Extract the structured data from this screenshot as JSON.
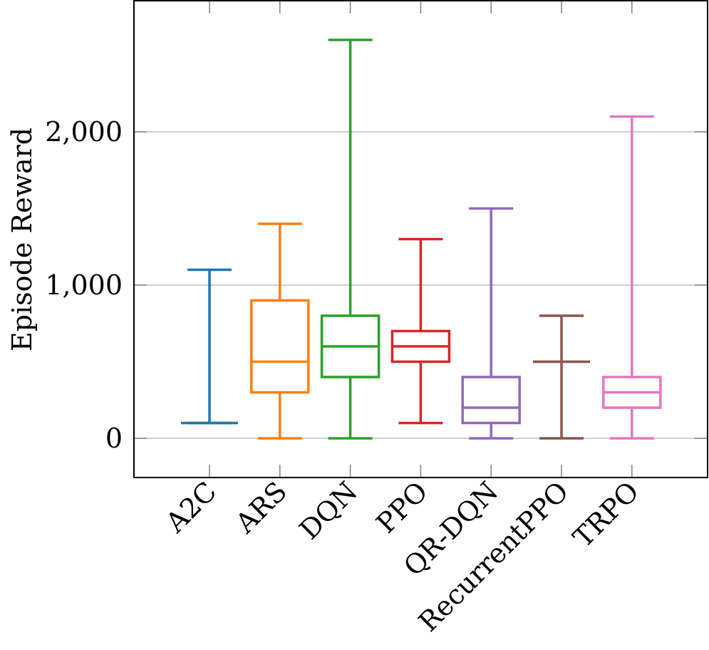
{
  "chart_data": {
    "type": "boxplot",
    "title": "",
    "xlabel": "",
    "ylabel": "Episode Reward",
    "ylim": [
      -260,
      2870
    ],
    "yticks": [
      0,
      1000,
      2000
    ],
    "ytick_labels": [
      "0",
      "1,000",
      "2,000"
    ],
    "grid": {
      "y": true,
      "x": false
    },
    "categories": [
      "A2C",
      "ARS",
      "DQN",
      "PPO",
      "QR-DQN",
      "RecurrentPPO",
      "TRPO"
    ],
    "series": [
      {
        "name": "A2C",
        "color": "#1f77b4",
        "whisker_low": 100,
        "q1": 100,
        "median": 100,
        "q3": 100,
        "whisker_high": 1100
      },
      {
        "name": "ARS",
        "color": "#ff7f0e",
        "whisker_low": 0,
        "q1": 300,
        "median": 500,
        "q3": 900,
        "whisker_high": 1400
      },
      {
        "name": "DQN",
        "color": "#2ca02c",
        "whisker_low": 0,
        "q1": 400,
        "median": 600,
        "q3": 800,
        "whisker_high": 2600
      },
      {
        "name": "PPO",
        "color": "#d62728",
        "whisker_low": 100,
        "q1": 500,
        "median": 600,
        "q3": 700,
        "whisker_high": 1300
      },
      {
        "name": "QR-DQN",
        "color": "#9467bd",
        "whisker_low": 0,
        "q1": 100,
        "median": 200,
        "q3": 400,
        "whisker_high": 1500
      },
      {
        "name": "RecurrentPPO",
        "color": "#8c564b",
        "whisker_low": 0,
        "q1": 500,
        "median": 500,
        "q3": 500,
        "whisker_high": 800
      },
      {
        "name": "TRPO",
        "color": "#e377c2",
        "whisker_low": 0,
        "q1": 200,
        "median": 300,
        "q3": 400,
        "whisker_high": 2100
      }
    ],
    "x_label_rotation": -45
  }
}
